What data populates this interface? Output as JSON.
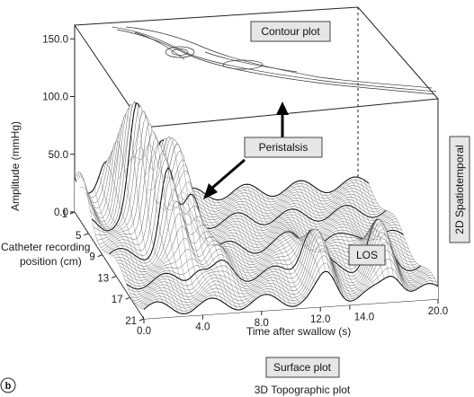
{
  "chart_data": {
    "type": "surface",
    "title": "",
    "z_axis": {
      "label": "Amplitude (mmHg)",
      "ticks": [
        "0.0",
        "50.0",
        "100.0",
        "150.0"
      ],
      "range": [
        0,
        170
      ]
    },
    "x_axis": {
      "label": "Time after swallow (s)",
      "ticks": [
        "0.0",
        "4.0",
        "8.0",
        "12.0",
        "14.0",
        "20.0"
      ],
      "range": [
        0,
        20
      ]
    },
    "y_axis": {
      "label_line1": "Catheter recording",
      "label_line2": "position (cm)",
      "ticks": [
        "1",
        "5",
        "9",
        "13",
        "17",
        "21"
      ],
      "range": [
        1,
        21
      ]
    },
    "annotations": {
      "contour": "Contour plot",
      "peristalsis": "Peristalsis",
      "spatiotemporal": "2D Spatiotemporal",
      "los": "LOS",
      "surface": "Surface plot",
      "topographic": "3D Topographic plot",
      "panel": "b"
    },
    "profile_peaks": [
      {
        "x": 0.5,
        "amp": 55
      },
      {
        "x": 3.6,
        "amp": 105
      },
      {
        "x": 5.3,
        "amp": 80
      },
      {
        "x": 12.5,
        "amp": 40
      },
      {
        "x": 17.0,
        "amp": 38
      }
    ],
    "grid": false,
    "legend": "none"
  }
}
